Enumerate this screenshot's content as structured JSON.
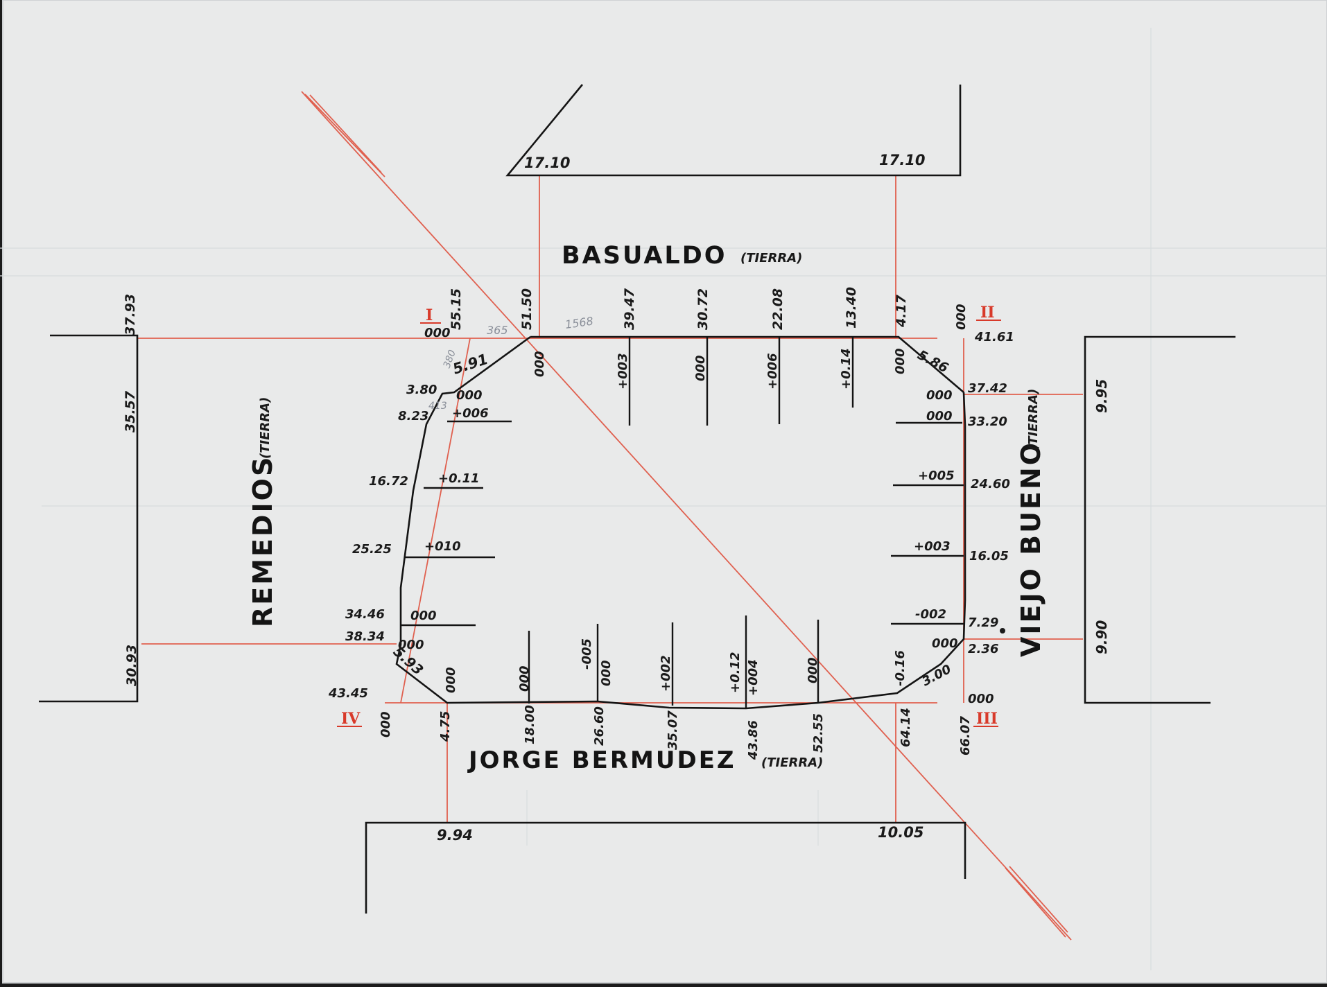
{
  "streets": {
    "top": {
      "name": "BASUALDO",
      "note": "(TIERRA)"
    },
    "bottom": {
      "name": "JORGE BERMUDEZ",
      "note": "(TIERRA)"
    },
    "left": {
      "name": "REMEDIOS",
      "note": "(TIERRA)"
    },
    "right": {
      "name": "VIEJO BUENO",
      "note": "(TIERRA)"
    }
  },
  "corners": {
    "c1": "I",
    "c2": "II",
    "c3": "III",
    "c4": "IV"
  },
  "top_widths": {
    "left": "17.10",
    "right": "17.10"
  },
  "bottom_widths": {
    "left": "9.94",
    "right": "10.05"
  },
  "left_widths": {
    "top": "35.57",
    "bottom": "30.93",
    "corner": "37.93"
  },
  "right_widths": {
    "top": "9.95",
    "bottom": "9.90"
  },
  "top_side": {
    "chainage": [
      "55.15",
      "51.50",
      "39.47",
      "30.72",
      "22.08",
      "13.40",
      "4.17"
    ],
    "offsets": [
      "000",
      "000",
      "+003",
      "000",
      "+006",
      "+0.14",
      "000"
    ],
    "corner_ends": [
      "000",
      "000"
    ],
    "chamfers": [
      "5.91",
      "5.86"
    ]
  },
  "right_side": {
    "chainage": [
      "41.61",
      "37.42",
      "33.20",
      "24.60",
      "16.05",
      "7.29",
      "2.36",
      "000"
    ],
    "offsets": [
      "000",
      "000",
      "+005",
      "+003",
      "-002",
      "000"
    ]
  },
  "bottom_side": {
    "chainage": [
      "000",
      "4.75",
      "18.00",
      "26.60",
      "35.07",
      "43.86",
      "52.55",
      "64.14",
      "66.07"
    ],
    "offsets": [
      "000",
      "000",
      "-005",
      "000",
      "+002",
      "+0.12",
      "+004",
      "000",
      "-0.16"
    ],
    "chamfers": [
      "5.93",
      "3.00"
    ]
  },
  "left_side": {
    "chainage": [
      "3.80",
      "8.23",
      "16.72",
      "25.25",
      "34.46",
      "38.34",
      "43.45"
    ],
    "offsets": [
      "000",
      "+006",
      "+0.11",
      "+010",
      "000",
      "000"
    ]
  },
  "pencil_notes": [
    "365",
    "1568",
    "380",
    "413"
  ]
}
